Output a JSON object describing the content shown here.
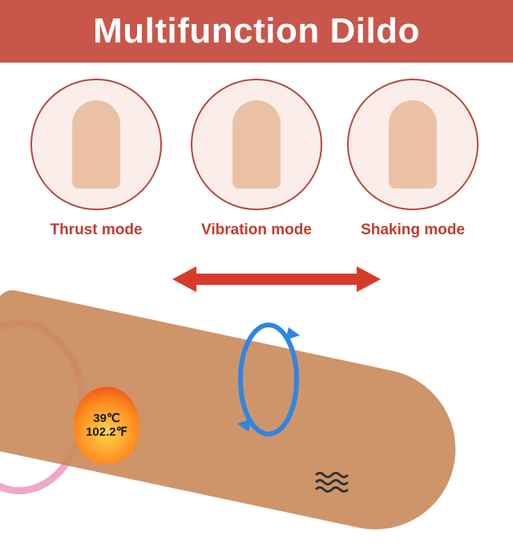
{
  "banner": {
    "title": "Multifunction Dildo"
  },
  "modes": [
    {
      "label": "Thrust mode"
    },
    {
      "label": "Vibration mode"
    },
    {
      "label": "Shaking mode"
    }
  ],
  "heat_badge": {
    "celsius": "39℃",
    "fahrenheit": "102.2℉"
  },
  "colors": {
    "banner": "#c9564a",
    "label": "#c23c2e",
    "circle_border": "#b5483d",
    "arrow": "#d83a2a",
    "rotate": "#2f86e0"
  }
}
